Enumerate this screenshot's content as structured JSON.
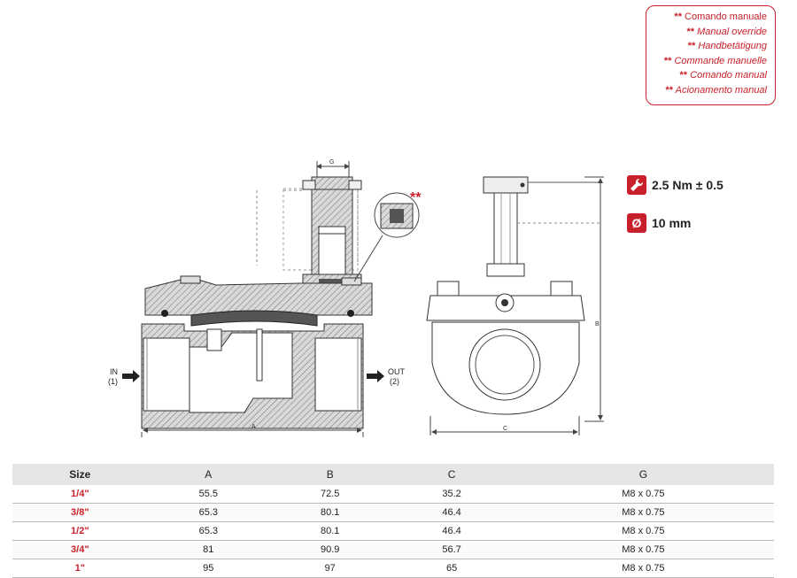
{
  "legend": {
    "stars": "**",
    "lines": [
      "Comando manuale",
      "Manual override",
      "Handbetätigung",
      "Commande manuelle",
      "Comando manual",
      "Acionamento manual"
    ]
  },
  "drawing": {
    "dim_g": "G",
    "dim_a": "A",
    "dim_b": "B",
    "dim_c": "C",
    "inlet_label": "IN",
    "inlet_port": "(1)",
    "outlet_label": "OUT",
    "outlet_port": "(2)",
    "detail_marker": "**"
  },
  "specs": {
    "torque_text": "2.5 Nm ± 0.5",
    "torque_icon": "wrench-icon",
    "diameter_symbol": "Ø",
    "diameter_text": "10 mm"
  },
  "table": {
    "headers": [
      "Size",
      "A",
      "B",
      "C",
      "G"
    ],
    "rows": [
      [
        "1/4\"",
        "55.5",
        "72.5",
        "35.2",
        "M8 x 0.75"
      ],
      [
        "3/8\"",
        "65.3",
        "80.1",
        "46.4",
        "M8 x 0.75"
      ],
      [
        "1/2\"",
        "65.3",
        "80.1",
        "46.4",
        "M8 x 0.75"
      ],
      [
        "3/4\"",
        "81",
        "90.9",
        "56.7",
        "M8 x 0.75"
      ],
      [
        "1\"",
        "95",
        "97",
        "65",
        "M8 x 0.75"
      ]
    ]
  },
  "colors": {
    "accent": "#c8202a",
    "header_bg": "#e6e6e6"
  }
}
